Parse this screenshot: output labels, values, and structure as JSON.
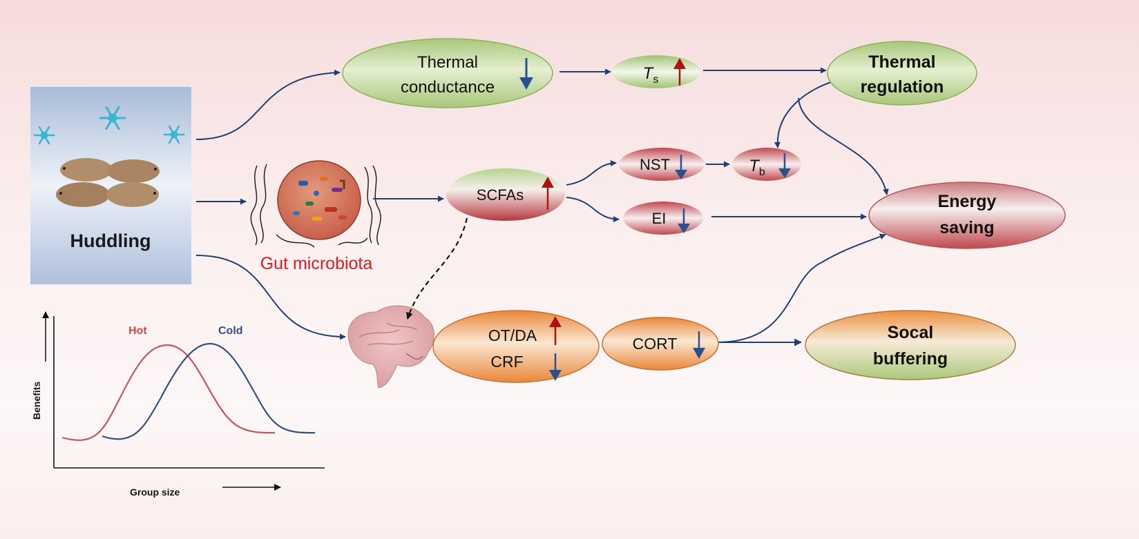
{
  "huddling": {
    "label": "Huddling"
  },
  "gut": {
    "label": "Gut microbiota"
  },
  "nodes": {
    "thermal_conductance": {
      "line1": "Thermal",
      "line2": "conductance"
    },
    "ts": {
      "symbol": "T",
      "subscript": "s"
    },
    "thermal_regulation": {
      "line1": "Thermal",
      "line2": "regulation"
    },
    "scfas": {
      "label": "SCFAs"
    },
    "nst": {
      "label": "NST"
    },
    "tb": {
      "symbol": "T",
      "subscript": "b"
    },
    "ei": {
      "label": "EI"
    },
    "energy_saving": {
      "line1": "Energy",
      "line2": "saving"
    },
    "ot_da": {
      "line1": "OT/DA",
      "line2": "CRF"
    },
    "cort": {
      "label": "CORT"
    },
    "social_buffering": {
      "line1": "Socal",
      "line2": "buffering"
    }
  },
  "chart_data": {
    "type": "line",
    "xlabel": "Group size",
    "ylabel": "Benefits",
    "series": [
      {
        "name": "Hot",
        "color": "#c8525a"
      },
      {
        "name": "Cold",
        "color": "#33507e"
      }
    ]
  },
  "colors": {
    "arrow": "#1f3f73",
    "up_arrow": "#b01010",
    "green_node": "#c5dc9e",
    "red_node": "#c0484e",
    "orange_node": "#ec8f3f",
    "hot_text": "#c94a4a",
    "cold_text": "#2d4f83",
    "gut_text": "#dd1c1c"
  }
}
